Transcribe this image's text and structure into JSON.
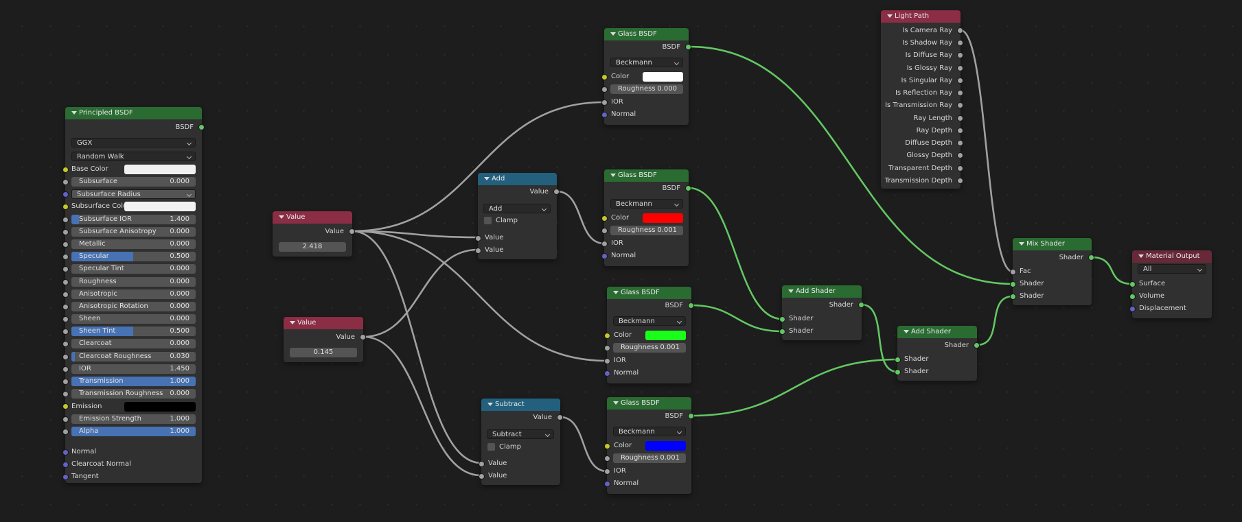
{
  "principled": {
    "title": "Principled BSDF",
    "output": "BSDF",
    "distribution": "GGX",
    "subsurface_method": "Random Walk",
    "base_color_label": "Base Color",
    "base_color": "#f0f0f0",
    "subsurface_label": "Subsurface",
    "subsurface_value": "0.000",
    "subsurface_radius_label": "Subsurface Radius",
    "subsurface_color_label": "Subsurface Color",
    "subsurface_color": "#f2f2f2",
    "subsurface_ior_label": "Subsurface IOR",
    "subsurface_ior_value": "1.400",
    "subsurface_aniso_label": "Subsurface Anisotropy",
    "subsurface_aniso_value": "0.000",
    "metallic_label": "Metallic",
    "metallic_value": "0.000",
    "specular_label": "Specular",
    "specular_value": "0.500",
    "specular_tint_label": "Specular Tint",
    "specular_tint_value": "0.000",
    "roughness_label": "Roughness",
    "roughness_value": "0.000",
    "anisotropic_label": "Anisotropic",
    "anisotropic_value": "0.000",
    "aniso_rotation_label": "Anisotropic Rotation",
    "aniso_rotation_value": "0.000",
    "sheen_label": "Sheen",
    "sheen_value": "0.000",
    "sheen_tint_label": "Sheen Tint",
    "sheen_tint_value": "0.500",
    "clearcoat_label": "Clearcoat",
    "clearcoat_value": "0.000",
    "clearcoat_rough_label": "Clearcoat Roughness",
    "clearcoat_rough_value": "0.030",
    "ior_label": "IOR",
    "ior_value": "1.450",
    "transmission_label": "Transmission",
    "transmission_value": "1.000",
    "trans_rough_label": "Transmission Roughness",
    "trans_rough_value": "0.000",
    "emission_label": "Emission",
    "emission_color": "#000000",
    "emission_strength_label": "Emission Strength",
    "emission_strength_value": "1.000",
    "alpha_label": "Alpha",
    "alpha_value": "1.000",
    "normal_label": "Normal",
    "clearcoat_normal_label": "Clearcoat Normal",
    "tangent_label": "Tangent"
  },
  "value1": {
    "title": "Value",
    "output": "Value",
    "value": "2.418"
  },
  "value2": {
    "title": "Value",
    "output": "Value",
    "value": "0.145"
  },
  "add": {
    "title": "Add",
    "output": "Value",
    "operation": "Add",
    "clamp_label": "Clamp",
    "input1": "Value",
    "input2": "Value"
  },
  "subtract": {
    "title": "Subtract",
    "output": "Value",
    "operation": "Subtract",
    "clamp_label": "Clamp",
    "input1": "Value",
    "input2": "Value"
  },
  "glass1": {
    "title": "Glass BSDF",
    "output": "BSDF",
    "distribution": "Beckmann",
    "color_label": "Color",
    "color": "#ffffff",
    "roughness_label": "Roughness",
    "roughness_value": "0.000",
    "ior_label": "IOR",
    "normal_label": "Normal"
  },
  "glass2": {
    "title": "Glass BSDF",
    "output": "BSDF",
    "distribution": "Beckmann",
    "color_label": "Color",
    "color": "#ff0000",
    "roughness_label": "Roughness",
    "roughness_value": "0.001",
    "ior_label": "IOR",
    "normal_label": "Normal"
  },
  "glass3": {
    "title": "Glass BSDF",
    "output": "BSDF",
    "distribution": "Beckmann",
    "color_label": "Color",
    "color": "#1aff1a",
    "roughness_label": "Roughness",
    "roughness_value": "0.001",
    "ior_label": "IOR",
    "normal_label": "Normal"
  },
  "glass4": {
    "title": "Glass BSDF",
    "output": "BSDF",
    "distribution": "Beckmann",
    "color_label": "Color",
    "color": "#0000ff",
    "roughness_label": "Roughness",
    "roughness_value": "0.001",
    "ior_label": "IOR",
    "normal_label": "Normal"
  },
  "lightpath": {
    "title": "Light Path",
    "outputs": [
      "Is Camera Ray",
      "Is Shadow Ray",
      "Is Diffuse Ray",
      "Is Glossy Ray",
      "Is Singular Ray",
      "Is Reflection Ray",
      "Is Transmission Ray",
      "Ray Length",
      "Ray Depth",
      "Diffuse Depth",
      "Glossy Depth",
      "Transparent Depth",
      "Transmission Depth"
    ]
  },
  "addshader1": {
    "title": "Add Shader",
    "output": "Shader",
    "input1": "Shader",
    "input2": "Shader"
  },
  "addshader2": {
    "title": "Add Shader",
    "output": "Shader",
    "input1": "Shader",
    "input2": "Shader"
  },
  "mix": {
    "title": "Mix Shader",
    "output": "Shader",
    "fac_label": "Fac",
    "input1": "Shader",
    "input2": "Shader"
  },
  "output": {
    "title": "Material Output",
    "target": "All",
    "surface_label": "Surface",
    "volume_label": "Volume",
    "displacement_label": "Displacement"
  },
  "colors": {
    "shader_socket": "#63c763",
    "value_socket": "#a1a1a1",
    "color_socket": "#c7c729",
    "vector_socket": "#6363c7",
    "shader_link": "#63c763",
    "value_link": "#a1a1a1"
  }
}
